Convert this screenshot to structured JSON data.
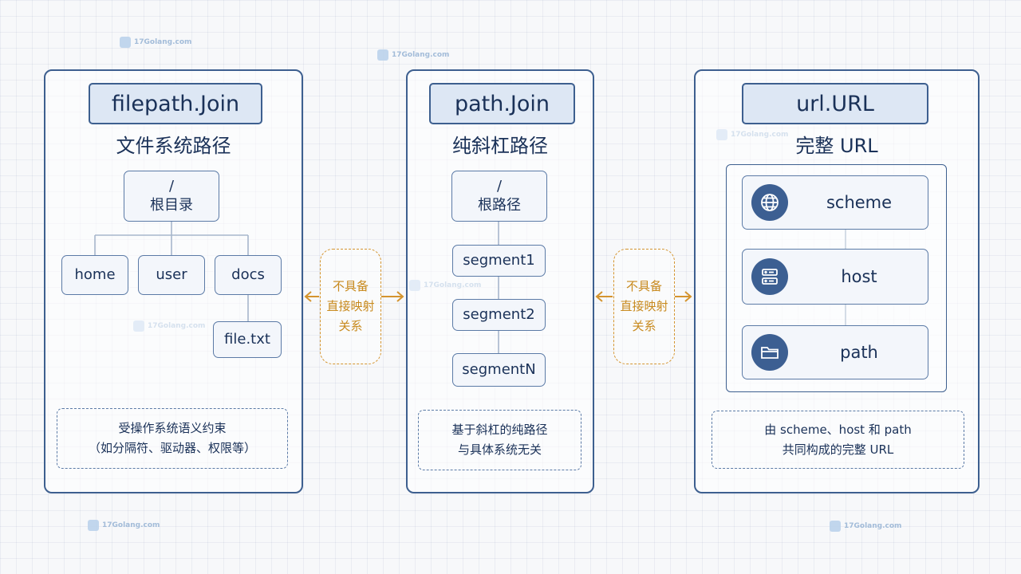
{
  "watermark": "17Golang.com",
  "left": {
    "title": "filepath.Join",
    "subtitle": "文件系统路径",
    "root_line1": "/",
    "root_line2": "根目录",
    "children": [
      "home",
      "user",
      "docs"
    ],
    "leaf": "file.txt",
    "note_line1": "受操作系统语义约束",
    "note_line2": "（如分隔符、驱动器、权限等）"
  },
  "middle": {
    "title": "path.Join",
    "subtitle": "纯斜杠路径",
    "root_line1": "/",
    "root_line2": "根路径",
    "segments": [
      "segment1",
      "segment2",
      "segmentN"
    ],
    "note_line1": "基于斜杠的纯路径",
    "note_line2": "与具体系统无关"
  },
  "right": {
    "title": "url.URL",
    "subtitle": "完整 URL",
    "fields": [
      {
        "label": "scheme",
        "icon": "globe-icon"
      },
      {
        "label": "host",
        "icon": "server-icon"
      },
      {
        "label": "path",
        "icon": "folder-icon"
      }
    ],
    "note_line1": "由 scheme、host 和 path",
    "note_line2": "共同构成的完整 URL"
  },
  "connectors": [
    {
      "line1": "不具备",
      "line2": "直接映射",
      "line3": "关系"
    },
    {
      "line1": "不具备",
      "line2": "直接映射",
      "line3": "关系"
    }
  ],
  "colors": {
    "primary": "#3d5f8f",
    "title_fill": "#dde7f4",
    "connector": "#d4942e",
    "icon_fill": "#3c5f92"
  }
}
